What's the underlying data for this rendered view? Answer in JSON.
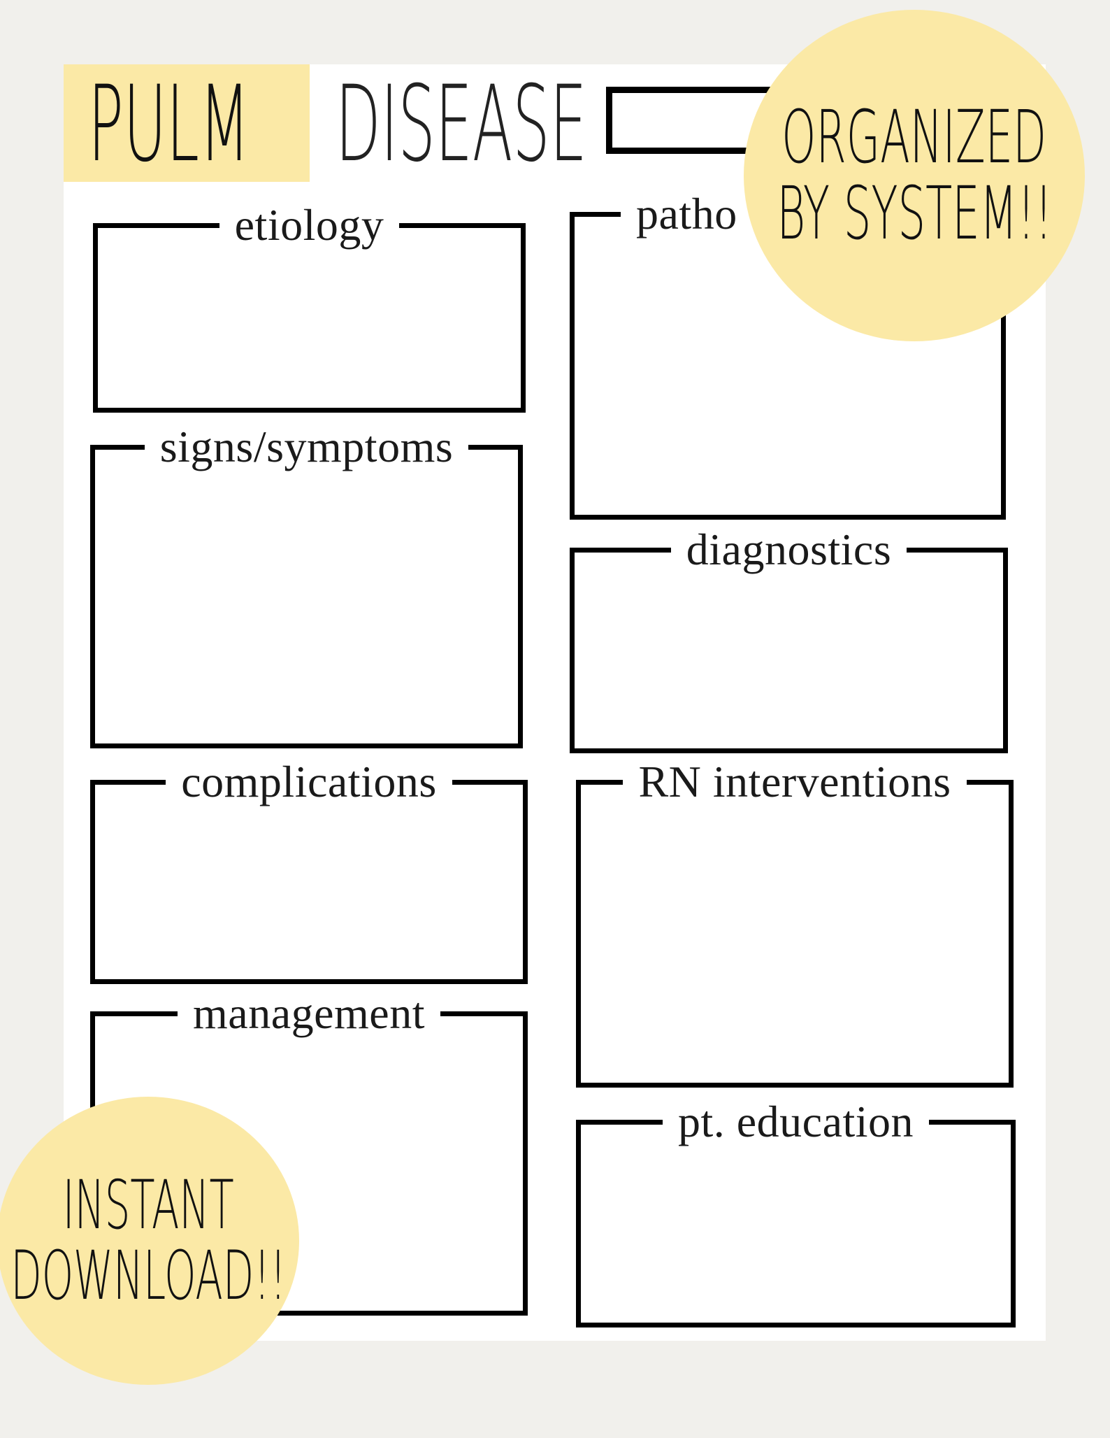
{
  "header": {
    "subject": "PULM",
    "title": "DISEASE"
  },
  "sections": {
    "etiology": "etiology",
    "pathophysiology_visible": "patho",
    "signs_symptoms": "signs/symptoms",
    "diagnostics": "diagnostics",
    "complications": "complications",
    "rn_interventions": "RN interventions",
    "management": "management",
    "pt_education": "pt. education"
  },
  "badges": {
    "top": [
      "ORGANIZED",
      "BY SYSTEM!!"
    ],
    "bottom": [
      "INSTANT",
      "DOWNLOAD!!"
    ]
  },
  "colors": {
    "background": "#f1f0ec",
    "sheet": "#ffffff",
    "accent_yellow": "#fbe9a6",
    "border": "#000000"
  }
}
